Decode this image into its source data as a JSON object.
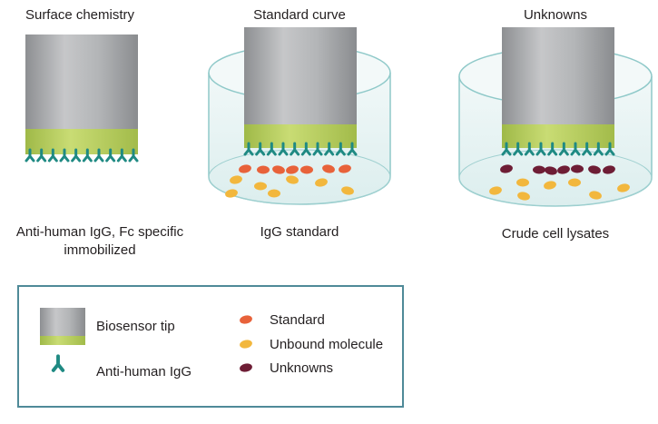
{
  "panels": [
    {
      "title": "Surface chemistry",
      "caption_line1": "Anti-human IgG, Fc specific",
      "caption_line2": "immobilized"
    },
    {
      "title": "Standard curve",
      "caption_line1": "IgG standard"
    },
    {
      "title": "Unknowns",
      "caption_line1": "Crude cell lysates"
    }
  ],
  "legend": {
    "biosensor_tip": "Biosensor tip",
    "anti_human_igg": "Anti-human IgG",
    "standard": "Standard",
    "unbound_molecule": "Unbound molecule",
    "unknowns": "Unknowns"
  },
  "colors": {
    "tip_gray": "#a9abae",
    "tip_band": "#b5cc58",
    "antibody": "#1f8a83",
    "standard": "#e8623a",
    "unbound": "#f2b73d",
    "unknown": "#6e1d35",
    "well_stroke": "#8fc9c9",
    "well_fill": "#e8f4f4",
    "legend_border": "#4f8a98"
  },
  "icons": {
    "tip": "biosensor-tip-icon",
    "antibody": "y-shaped-antibody-icon",
    "molecule": "oval-molecule-icon"
  }
}
